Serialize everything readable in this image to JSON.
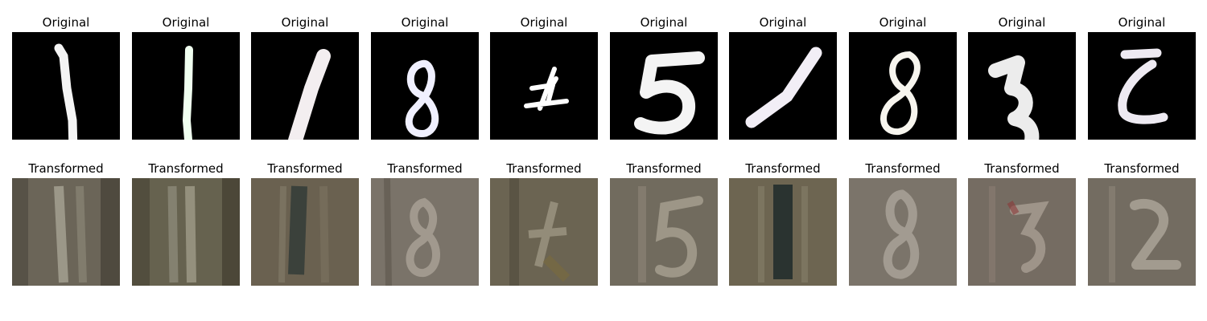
{
  "row_titles": {
    "original": "Original",
    "transformed": "Transformed"
  },
  "digits": [
    "1",
    "1",
    "1",
    "8",
    "4",
    "5",
    "1",
    "8",
    "3",
    "2"
  ],
  "colors": {
    "original_background": "#000000",
    "original_stroke": [
      "#f4f4f4",
      "#f0fff0",
      "#f3eef0",
      "#f0f0ff",
      "#ffffff",
      "#f4f4f4",
      "#f2eef6",
      "#f7f5ee",
      "#ececec",
      "#eeeaf2"
    ],
    "transformed_background": "#6b6558",
    "transformed_stroke": "#a49f93"
  }
}
